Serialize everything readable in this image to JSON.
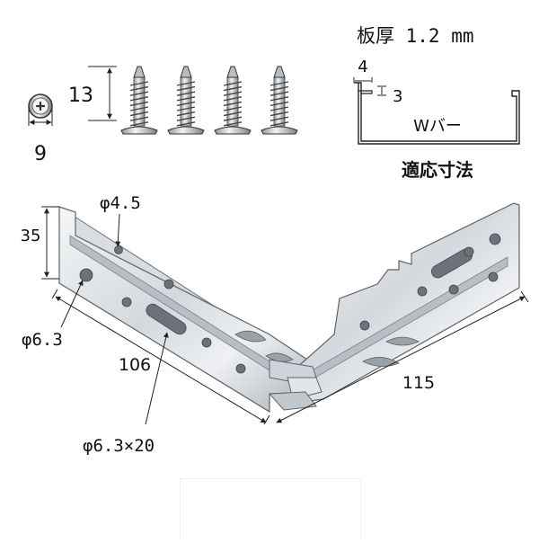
{
  "screw_dims": {
    "head_diameter": "9",
    "length": "13"
  },
  "channel_spec": {
    "thickness_label": "板厚 1.2 mm",
    "flange_width": "4",
    "lip_height": "3",
    "bar_name": "Wバー",
    "caption": "適応寸法"
  },
  "bracket_dims": {
    "height": "35",
    "hole_small": "φ4.5",
    "hole_round": "φ6.3",
    "hole_slot": "φ6.3×20",
    "left_length": "106",
    "right_length": "115"
  },
  "colors": {
    "metal_light": "#e9ecef",
    "metal_mid": "#c9ced3",
    "metal_dark": "#8d949b",
    "hole": "#5e6469",
    "line": "#222222"
  },
  "screw_count": 4
}
